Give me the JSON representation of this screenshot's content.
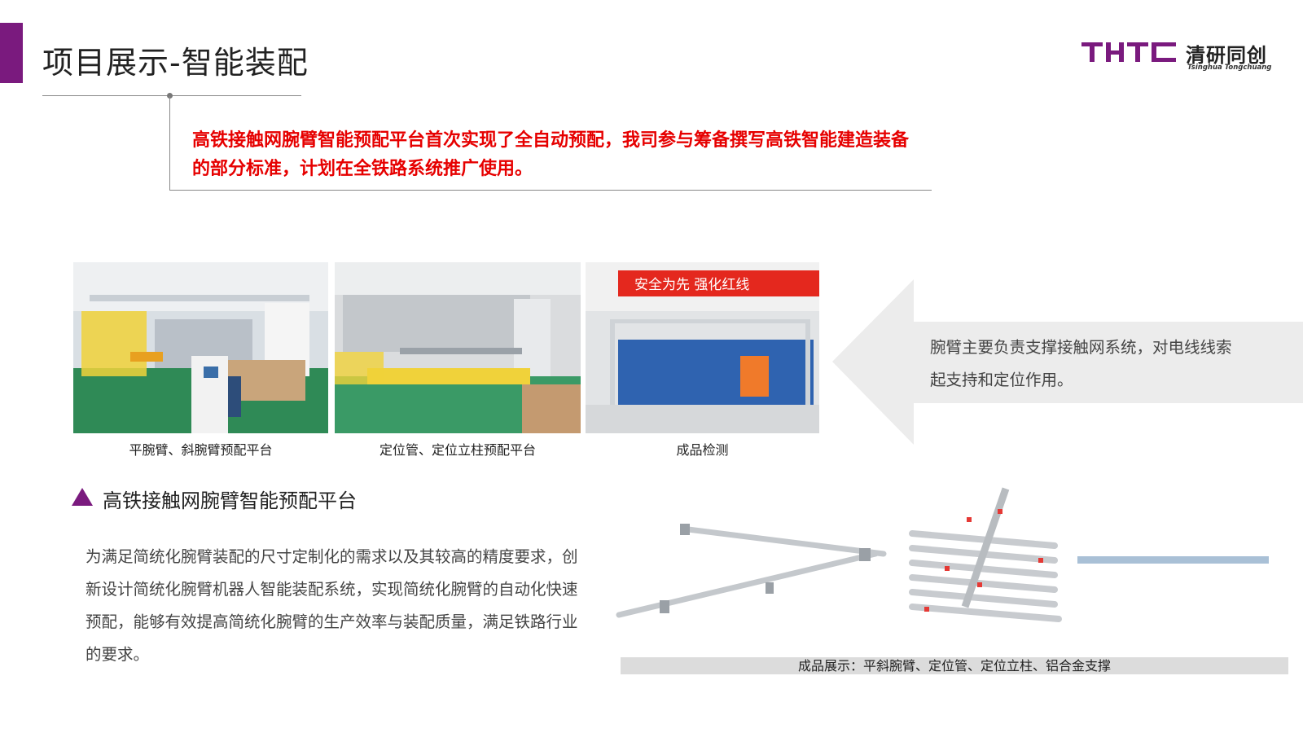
{
  "header": {
    "title": "项目展示-智能装配",
    "logo": {
      "mark": "THTC",
      "name_cn": "清研同创",
      "name_en": "Tsinghua Tongchuang",
      "brand_color": "#7a1a7e"
    }
  },
  "highlight": {
    "text": "高铁接触网腕臂智能预配平台首次实现了全自动预配，我司参与筹备撰写高铁智能建造装备的部分标准，计划在全铁路系统推广使用。",
    "color": "#e60000"
  },
  "photos": [
    {
      "caption": "平腕臂、斜腕臂预配平台"
    },
    {
      "caption": "定位管、定位立柱预配平台"
    },
    {
      "caption": "成品检测",
      "banner_text": "安全为先 强化红线"
    }
  ],
  "callout": {
    "text": "腕臂主要负责支撑接触网系统，对电线线索起支持和定位作用。"
  },
  "section": {
    "icon": "triangle-icon",
    "heading": "高铁接触网腕臂智能预配平台",
    "description": "为满足简统化腕臂装配的尺寸定制化的需求以及其较高的精度要求，创新设计简统化腕臂机器人智能装配系统，实现简统化腕臂的自动化快速预配，能够有效提高简统化腕臂的生产效率与装配质量，满足铁路行业的要求。"
  },
  "product": {
    "caption": "成品展示：平斜腕臂、定位管、定位立柱、铝合金支撑"
  }
}
